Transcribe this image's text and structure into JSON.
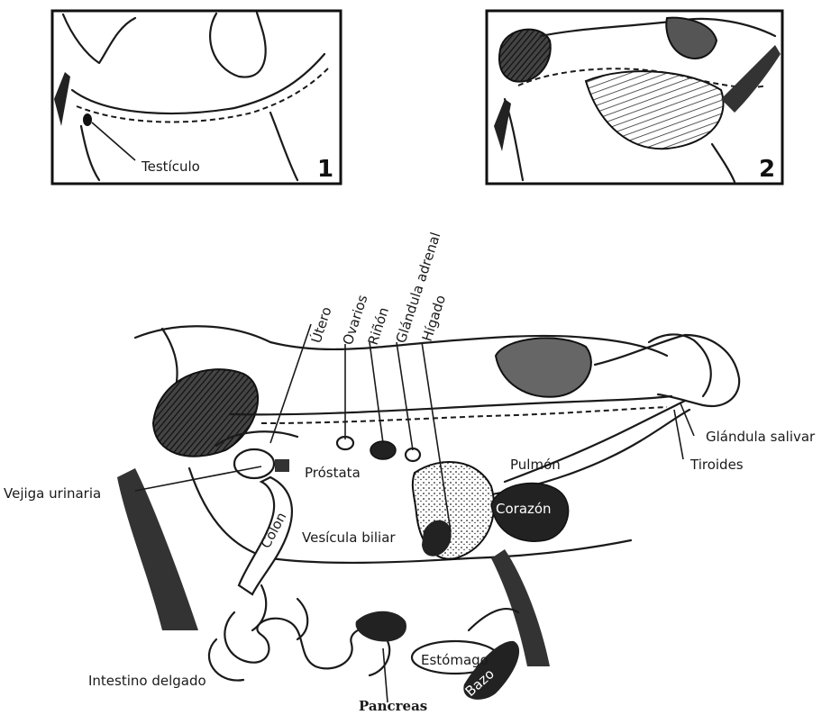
{
  "panels": [
    {
      "number": "1",
      "label": "Testículo"
    },
    {
      "number": "2"
    }
  ],
  "labels": {
    "utero": "Útero",
    "ovarios": "Ovarios",
    "rinon": "Riñón",
    "glandula_adrenal": "Glándula adrenal",
    "higado": "Hígado",
    "glandula_salivar": "Glándula salivar",
    "tiroides": "Tiroides",
    "pulmon": "Pulmón",
    "corazon": "Corazón",
    "prostata": "Próstata",
    "vejiga_urinaria": "Vejiga urinaria",
    "colon": "Cólon",
    "vesicula_biliar": "Vesícula biliar",
    "intestino_delgado": "Intestino delgado",
    "estomago": "Estómago",
    "bazo": "Bazo",
    "pancreas": "Pancreas"
  }
}
